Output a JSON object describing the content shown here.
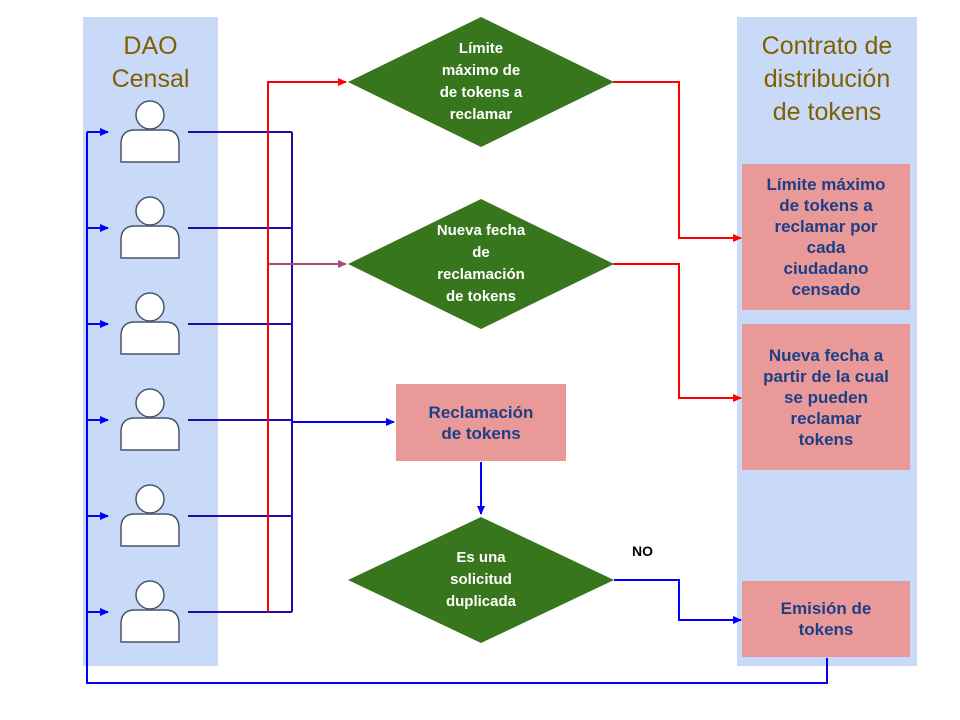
{
  "lanes": {
    "dao_title": "DAO\nCensal",
    "contract_title": "Contrato de\ndistribución\nde tokens"
  },
  "decisions": {
    "limit_text": "Límite\nmáximo de\nde tokens a\nreclamar",
    "date_text": "Nueva fecha\nde\nreclamación\nde tokens",
    "duplicate_text": "Es una\nsolicitud\nduplicada"
  },
  "process": {
    "claim_text": "Reclamación\nde tokens"
  },
  "contract_boxes": {
    "max_limit": "Límite máximo\nde tokens a\nreclamar por\ncada\nciudadano\ncensado",
    "new_date": "Nueva fecha a\npartir de la cual\nse pueden\nreclamar\ntokens",
    "emission": "Emisión de\ntokens"
  },
  "labels": {
    "no": "NO"
  },
  "users_count": 6,
  "colors": {
    "lane_bg": "#c9daf8",
    "decision_fill": "#38761d",
    "box_fill": "#ea9999",
    "box_text": "#1c3f86",
    "lane_title": "#7f6000",
    "blue_line": "#0000ff",
    "indigo_line": "#1f0ea8",
    "red_line": "#ff0000",
    "purple_line": "#a64d79",
    "user_icon": "#4a5568"
  }
}
